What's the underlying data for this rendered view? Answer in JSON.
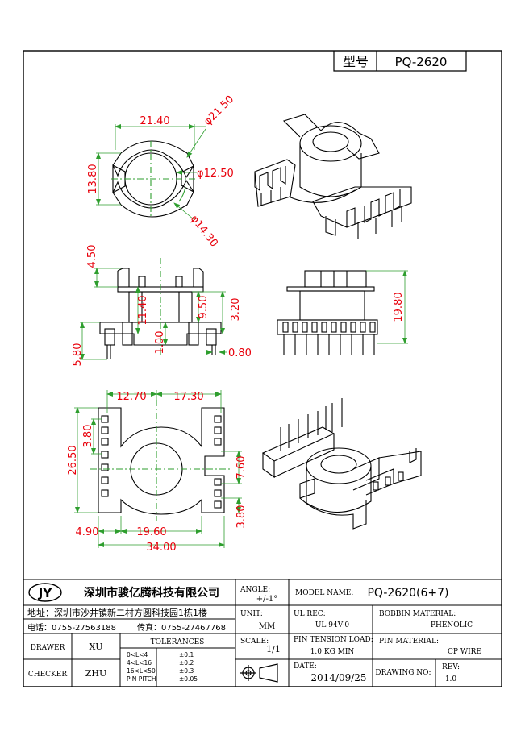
{
  "header": {
    "label": "型号",
    "model": "PQ-2620"
  },
  "dims": {
    "d2140": "21.40",
    "d2150": "φ21.50",
    "d1250": "φ12.50",
    "d1430": "φ14.30",
    "d1380": "13.80",
    "d450": "4.50",
    "d1140": "11.40",
    "d950": "9.50",
    "d320": "3.20",
    "d100": "1.00",
    "d580": "5.80",
    "d080": "0.80",
    "d1980": "19.80",
    "d1270": "12.70",
    "d1730": "17.30",
    "d2650": "26.50",
    "d380a": "3.80",
    "d760": "7.60",
    "d380b": "3.80",
    "d490": "4.90",
    "d1960": "19.60",
    "d3400": "34.00"
  },
  "company": {
    "logo": "JY",
    "name": "深圳市骏亿腾科技有限公司",
    "address": "地址：深圳市沙井镇新二村方圆科技园1栋1楼",
    "phone": "电话：0755-27563188",
    "fax": "传真：0755-27467768"
  },
  "title_block": {
    "angle_label": "ANGLE:",
    "angle_value": "+/-1°",
    "model_label": "MODEL NAME:",
    "model_value": "PQ-2620(6+7)",
    "unit_label": "UNIT:",
    "unit_value": "MM",
    "ul_label": "UL REC:",
    "ul_value": "UL 94V-0",
    "bobbin_label": "BOBBIN MATERIAL:",
    "bobbin_value": "PHENOLIC",
    "scale_label": "SCALE:",
    "scale_value": "1/1",
    "tension_label": "PIN TENSION LOAD:",
    "tension_value": "1.0 KG MIN",
    "pin_mat_label": "PIN MATERIAL:",
    "pin_mat_value": "CP WIRE",
    "drawer_label": "DRAWER",
    "drawer_value": "XU",
    "checker_label": "CHECKER",
    "checker_value": "ZHU",
    "tol_title": "TOLERANCES",
    "tol_rows": [
      {
        "range": "0<L<4",
        "value": "±0.1"
      },
      {
        "range": "4<L<16",
        "value": "±0.2"
      },
      {
        "range": "16<L<50",
        "value": "±0.3"
      },
      {
        "range": "PIN PITCH",
        "value": "±0.05"
      }
    ],
    "date_label": "DATE:",
    "date_value": "2014/09/25",
    "drawing_no_label": "DRAWING NO:",
    "drawing_no_value": "",
    "rev_label": "REV:",
    "rev_value": "1.0"
  },
  "colors": {
    "dimension": "#e8000b",
    "outline": "#000000",
    "center": "#1f9d1f"
  },
  "icons": [
    "projection-symbol-icon"
  ]
}
